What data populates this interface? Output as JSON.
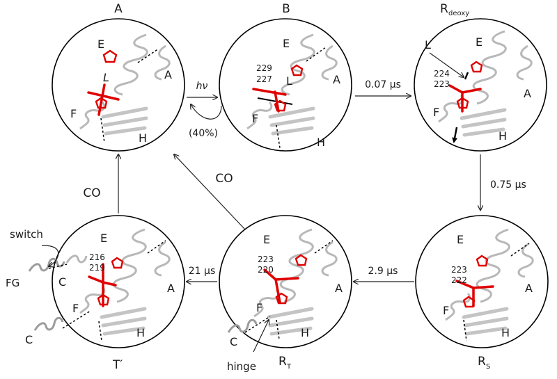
{
  "states": {
    "A": {
      "label": "A",
      "helices": [
        "E",
        "A",
        "F",
        "H"
      ],
      "ligand": "L"
    },
    "B": {
      "label": "B",
      "helices": [
        "E",
        "A",
        "F",
        "H"
      ],
      "ligand": "L",
      "residues": [
        "229",
        "227"
      ]
    },
    "Rdeoxy": {
      "label": "R",
      "subscript": "deoxy",
      "helices": [
        "E",
        "A",
        "F",
        "H"
      ],
      "ligand": "L",
      "residues": [
        "224",
        "223"
      ]
    },
    "RS": {
      "label": "R",
      "subscript": "S",
      "helices": [
        "E",
        "A",
        "F",
        "H"
      ],
      "residues": [
        "223",
        "222"
      ]
    },
    "RT": {
      "label": "R",
      "subscript": "T",
      "helices": [
        "E",
        "A",
        "F",
        "H"
      ],
      "residues": [
        "223",
        "220"
      ],
      "extra_helix": "C",
      "callout": "hinge"
    },
    "Tprime": {
      "label": "T′",
      "helices": [
        "E",
        "A",
        "F",
        "H"
      ],
      "residues": [
        "216",
        "219"
      ],
      "extra_helices": [
        "C",
        "C"
      ],
      "fg_label": "FG",
      "callout": "switch"
    }
  },
  "transitions": {
    "A_to_B": "hν",
    "B_to_A": "(40%)",
    "B_to_Rdeoxy": "0.07 μs",
    "Rdeoxy_to_RS": "0.75 μs",
    "RS_to_RT": "2.9 μs",
    "RT_to_Tprime": "21 μs",
    "RT_to_A": "CO",
    "Tprime_to_A": "CO"
  },
  "colors": {
    "heme": "#e00000",
    "protein": "#b8b8b8",
    "outline": "#000000"
  }
}
